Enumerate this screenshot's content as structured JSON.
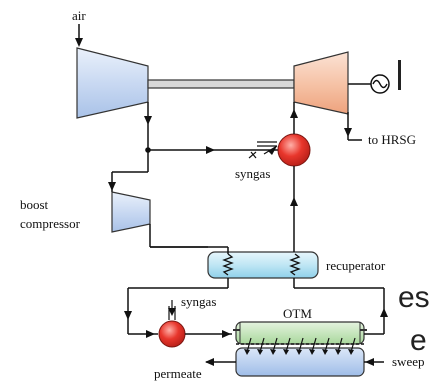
{
  "labels": {
    "air": "air",
    "to_hrsg": "to HRSG",
    "syngas_top": "syngas",
    "boost": "boost",
    "compressor": "compressor",
    "recuperator": "recuperator",
    "syngas_bottom": "syngas",
    "otm": "OTM",
    "permeate": "permeate",
    "sweep": "sweep"
  },
  "background_text": {
    "line1": "es",
    "line2": "e"
  },
  "colors": {
    "compressor_fill": "#c9d9f2",
    "turbine_fill": "#f6c4a8",
    "combustor_fill": "#e8362c",
    "recuperator_fill": "#bfe6f4",
    "otm_top_fill": "#bfe3b5",
    "otm_bottom_fill": "#b9cff0"
  },
  "icons": [
    "generator-icon",
    "heater-coil-icon",
    "arrow-icon"
  ]
}
